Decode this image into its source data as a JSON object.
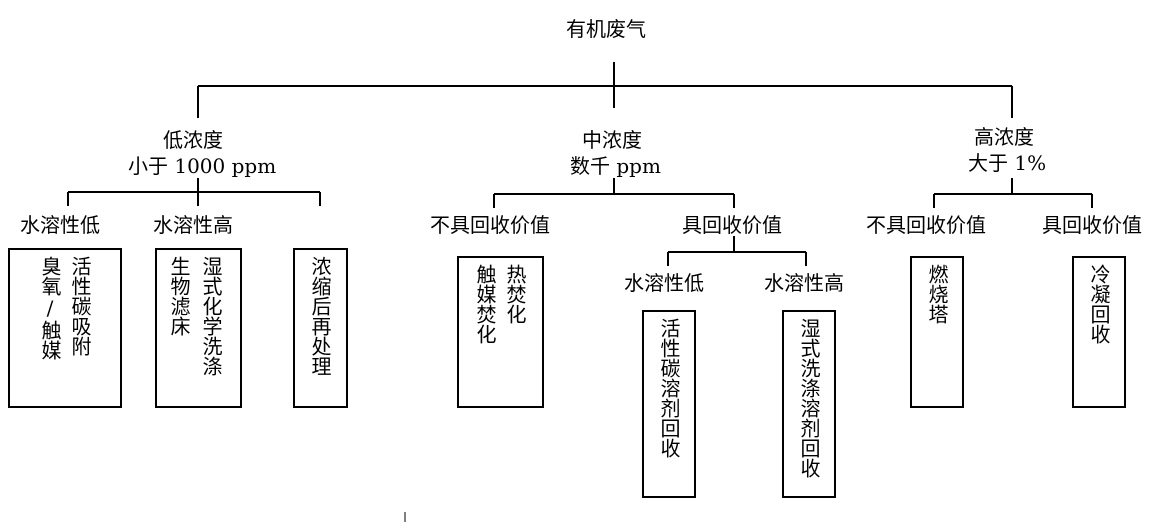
{
  "root": {
    "label": "有机废气"
  },
  "branches": {
    "low": {
      "title": "低浓度",
      "range": "小于  1000 ppm"
    },
    "mid": {
      "title": "中浓度",
      "range": "数千  ppm"
    },
    "high": {
      "title": "高浓度",
      "range": "大于  1%"
    }
  },
  "low": {
    "ws_low": "水溶性低",
    "ws_high": "水溶性高",
    "box1": {
      "col1": "活性碳吸附",
      "col2": "臭氧/触媒"
    },
    "box2": {
      "col1": "生物滤床",
      "col2": "湿式化学洗涤"
    },
    "box3": {
      "col1": "浓缩后再处理"
    }
  },
  "mid": {
    "no_value": "不具回收价值",
    "has_value": "具回收价值",
    "ws_low": "水溶性低",
    "ws_high": "水溶性高",
    "box4": {
      "col1": "触媒焚化",
      "col2": "热焚化"
    },
    "box5": {
      "col1": "活性碳溶剂回收"
    },
    "box6": {
      "col1": "湿式洗涤溶剂回收"
    }
  },
  "high": {
    "no_value": "不具回收价值",
    "has_value": "具回收价值",
    "box7": {
      "col1": "燃烧塔"
    },
    "box8": {
      "col1": "冷凝回收"
    }
  }
}
